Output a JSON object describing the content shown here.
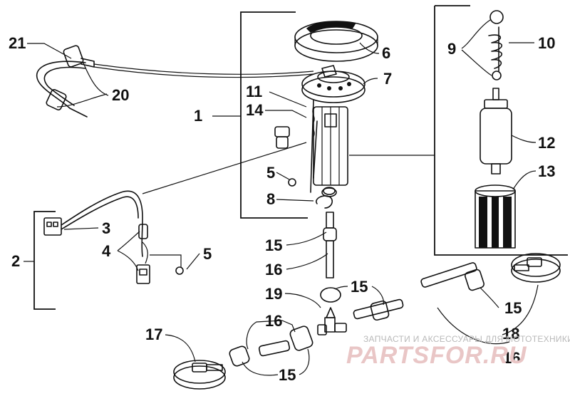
{
  "diagram": {
    "callouts": {
      "c1": "1",
      "c2": "2",
      "c3": "3",
      "c4": "4",
      "c5a": "5",
      "c5b": "5",
      "c6": "6",
      "c7": "7",
      "c8": "8",
      "c9": "9",
      "c10": "10",
      "c11": "11",
      "c12": "12",
      "c13": "13",
      "c14": "14",
      "c15a": "15",
      "c15b": "15",
      "c15c": "15",
      "c15d": "15",
      "c16a": "16",
      "c16b": "16",
      "c16c": "16",
      "c17": "17",
      "c18": "18",
      "c19": "19",
      "c20": "20",
      "c21": "21"
    }
  },
  "watermark": {
    "tagline": "ЗАПЧАСТИ И АКСЕССУАРЫ ДЛЯ МОТОТЕХНИКИ",
    "brand": "PARTSFOR.RU"
  }
}
